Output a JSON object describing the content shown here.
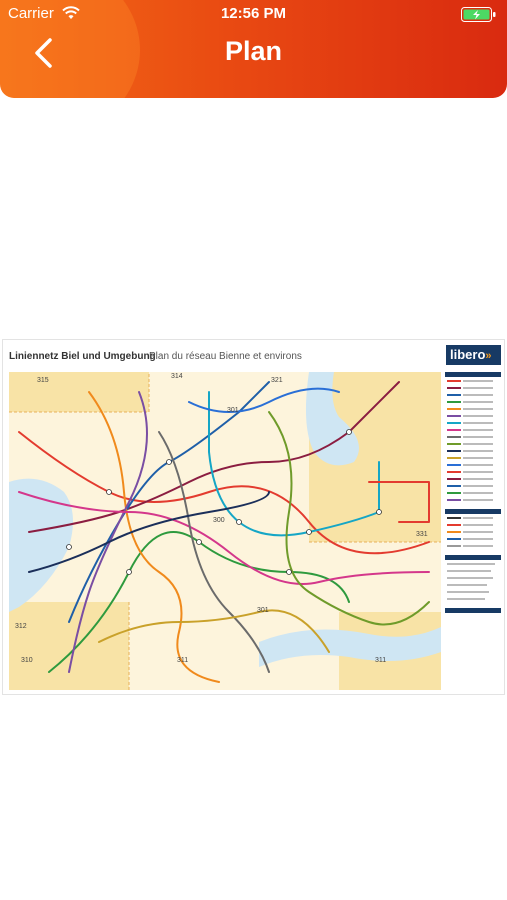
{
  "status_bar": {
    "carrier": "Carrier",
    "time": "12:56 PM"
  },
  "header": {
    "title": "Plan"
  },
  "map": {
    "title_de": "Liniennetz Biel und Umgebung",
    "title_fr": "Plan du réseau Bienne et environs",
    "logo_text": "libero",
    "zone_labels": [
      "315",
      "314",
      "321",
      "301",
      "300",
      "331",
      "301",
      "311",
      "312",
      "311",
      "310"
    ],
    "colors": {
      "header_start": "#f36b16",
      "header_end": "#d92a10",
      "lake": "#cfe6f3",
      "zone_yellow": "#f8e3a6",
      "brand_navy": "#173a64"
    }
  }
}
